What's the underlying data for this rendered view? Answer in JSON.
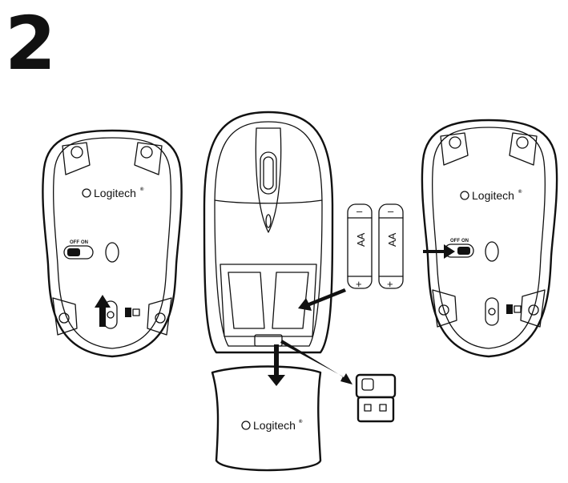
{
  "step_number": "2",
  "brand_name": "Logitech",
  "trademark": "®",
  "switch": {
    "off_label": "OFF",
    "on_label": "ON"
  },
  "battery": {
    "type_label": "AA",
    "minus": "–",
    "plus": "+"
  },
  "icons": [
    "logitech-logo-icon",
    "unifying-receiver-icon",
    "unifying-star-icon",
    "arrow-icon"
  ]
}
